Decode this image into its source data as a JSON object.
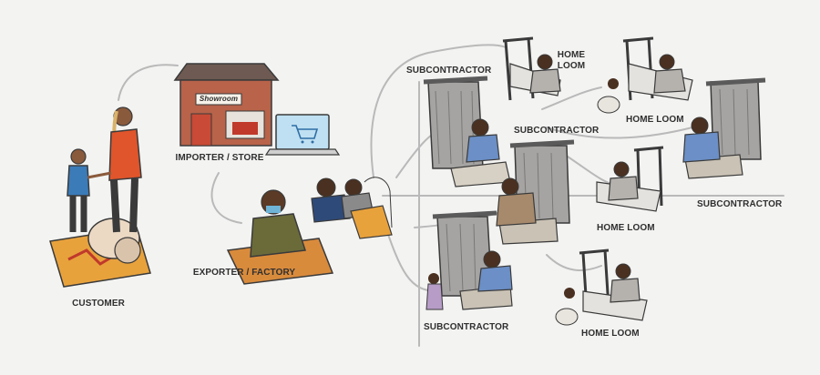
{
  "labels": {
    "customer": "CUSTOMER",
    "importer_store": "IMPORTER / STORE",
    "showroom_sign": "Showroom",
    "exporter_factory": "EXPORTER / FACTORY",
    "subcontractor_top": "SUBCONTRACTOR",
    "subcontractor_mid": "SUBCONTRACTOR",
    "subcontractor_right": "SUBCONTRACTOR",
    "subcontractor_bottom": "SUBCONTRACTOR",
    "home_loom_top_line1": "HOME",
    "home_loom_top_line2": "LOOM",
    "home_loom_upper_right": "HOME LOOM",
    "home_loom_middle": "HOME LOOM",
    "home_loom_bottom": "HOME LOOM"
  },
  "colors": {
    "background": "#f3f3f2",
    "line": "#b9b9b9",
    "outline": "#3a3a3a",
    "rug_orange": "#e8a23c",
    "shirt_red": "#e0552b",
    "shirt_blue": "#3b7bb8",
    "skin": "#8a5a3c",
    "loom_grey": "#9a9896",
    "brick": "#b8634a",
    "roof": "#6e5a52"
  }
}
